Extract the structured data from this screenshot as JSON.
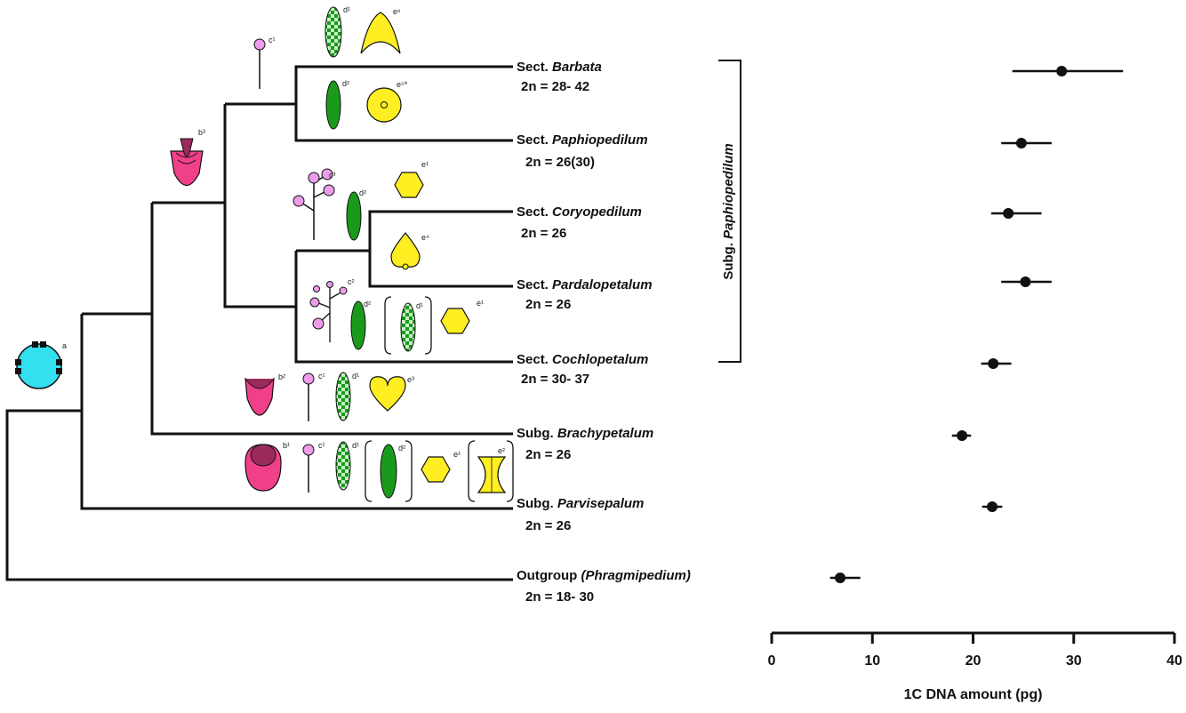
{
  "colors": {
    "branch": "#111111",
    "circle_a": "#33e0f0",
    "pouch": "#f0408a",
    "pouch_dark": "#9a2a5a",
    "hair": "#ec9ce8",
    "leaf_green": "#1a9a1a",
    "check_light": "#c8f0c8",
    "yellow": "#ffee22",
    "point": "#111111"
  },
  "taxa": [
    {
      "prefix": "Sect.",
      "name": "Barbata",
      "suffix": "",
      "chrom": "2n = 28- 42"
    },
    {
      "prefix": "Sect.",
      "name": "Paphiopedilum",
      "suffix": "",
      "chrom": "2n = 26(30)"
    },
    {
      "prefix": "Sect.",
      "name": "Coryopedilum",
      "suffix": "",
      "chrom": "2n = 26"
    },
    {
      "prefix": "Sect.",
      "name": "Pardalopetalum",
      "suffix": "",
      "chrom": "2n = 26"
    },
    {
      "prefix": "Sect.",
      "name": "Cochlopetalum",
      "suffix": "",
      "chrom": "2n = 30- 37"
    },
    {
      "prefix": "Subg.",
      "name": "Brachypetalum",
      "suffix": "",
      "chrom": "2n = 26"
    },
    {
      "prefix": "Subg.",
      "name": "Parvisepalum",
      "suffix": "",
      "chrom": "2n = 26"
    },
    {
      "prefix": "Outgroup",
      "name": "(Phragmipedium)",
      "suffix": "",
      "chrom": "2n = 18- 30"
    }
  ],
  "bracket_label": {
    "prefix": "Subg.",
    "name": "Paphiopedilum"
  },
  "character_labels": {
    "a": "a",
    "b1": "b¹",
    "b2": "b²",
    "b3": "b³",
    "c1": "c¹",
    "c2": "c²",
    "c3": "c³",
    "d1": "d¹",
    "d2": "d²",
    "e1": "e¹",
    "e2": "e²",
    "e3": "e³",
    "e4": "e⁴",
    "e5": "e⁵*",
    "e6": "e⁶"
  },
  "chart_data": {
    "type": "scatter",
    "xlabel": "1C DNA amount (pg)",
    "xlim": [
      0,
      40
    ],
    "xticks": [
      0,
      10,
      20,
      30,
      40
    ],
    "categories": [
      "Sect. Barbata",
      "Sect. Paphiopedilum",
      "Sect. Coryopedilum",
      "Sect. Pardalopetalum",
      "Sect. Cochlopetalum",
      "Subg. Brachypetalum",
      "Subg. Parvisepalum",
      "Outgroup (Phragmipedium)"
    ],
    "points": [
      {
        "mean": 28.8,
        "min": 23.9,
        "max": 34.9
      },
      {
        "mean": 24.8,
        "min": 22.8,
        "max": 27.8
      },
      {
        "mean": 23.5,
        "min": 21.8,
        "max": 26.8
      },
      {
        "mean": 25.2,
        "min": 22.8,
        "max": 27.8
      },
      {
        "mean": 22.0,
        "min": 20.8,
        "max": 23.8
      },
      {
        "mean": 18.9,
        "min": 17.9,
        "max": 19.8
      },
      {
        "mean": 21.9,
        "min": 20.9,
        "max": 22.9
      },
      {
        "mean": 6.8,
        "min": 5.8,
        "max": 8.8
      }
    ]
  }
}
